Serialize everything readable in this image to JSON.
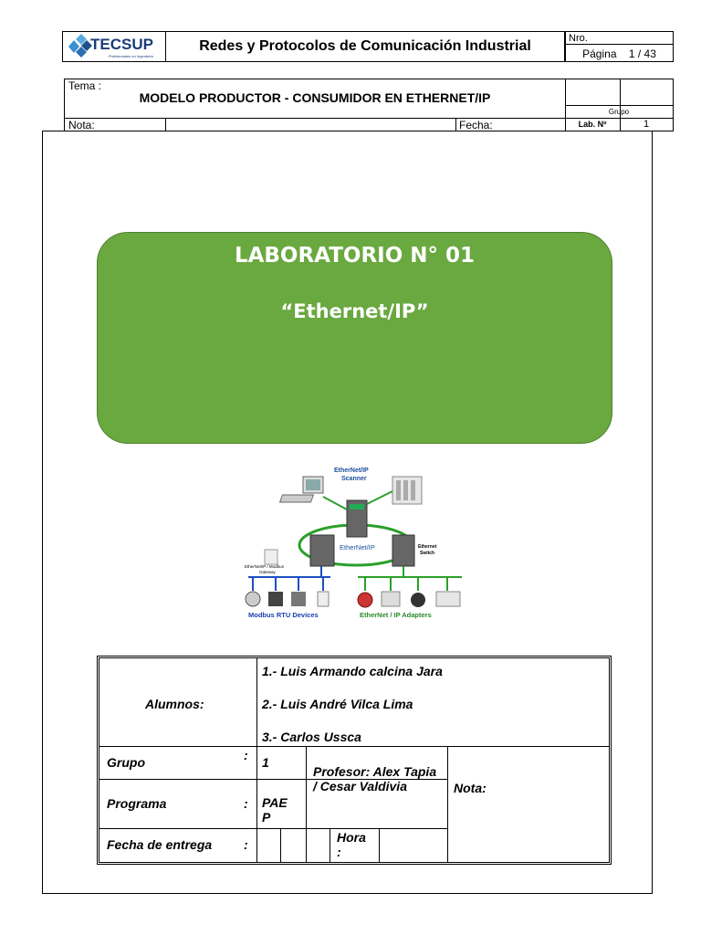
{
  "header": {
    "logo_text": "TECSUP",
    "logo_tagline": "Profesionales en Ingeniería",
    "title": "Redes y Protocolos de Comunicación Industrial",
    "nro_label": "Nro.",
    "pagina_label": "Página",
    "pagina_value": "1 / 43"
  },
  "info": {
    "tema_label": "Tema :",
    "tema_value": "MODELO PRODUCTOR - CONSUMIDOR EN ETHERNET/IP",
    "grupo_label": "Grupo",
    "nota_label": "Nota:",
    "fecha_label": "Fecha:",
    "lab_label": "Lab. Nº",
    "lab_value": "1"
  },
  "cover": {
    "title": "LABORATORIO N° 01",
    "subtitle": "“Ethernet/IP”"
  },
  "diagram": {
    "scanner_label": "EtherNet/IP\nScanner",
    "ring_label": "EtherNet/IP",
    "switch_label": "Ethernet\nSwitch",
    "gateway_label": "EtherNet/IP / Modbus\nGateway",
    "modbus_label": "Modbus RTU Devices",
    "adapters_label": "EtherNet / IP Adapters"
  },
  "students_table": {
    "alumnos_label": "Alumnos:",
    "students": [
      "1.-  Luis Armando calcina Jara",
      "2.-  Luis André Vilca Lima",
      "3.- Carlos Ussca"
    ],
    "grupo_label": "Grupo",
    "grupo_colon": ":",
    "grupo_value": "1",
    "programa_label": "Programa",
    "programa_colon": ":",
    "programa_value": "PAE\nP",
    "fecha_label": "Fecha de entrega",
    "fecha_colon": ":",
    "hora_label": "Hora\n:",
    "profesor_text": "Profesor: Alex Tapia / Cesar Valdivia",
    "nota_label": "Nota:"
  }
}
